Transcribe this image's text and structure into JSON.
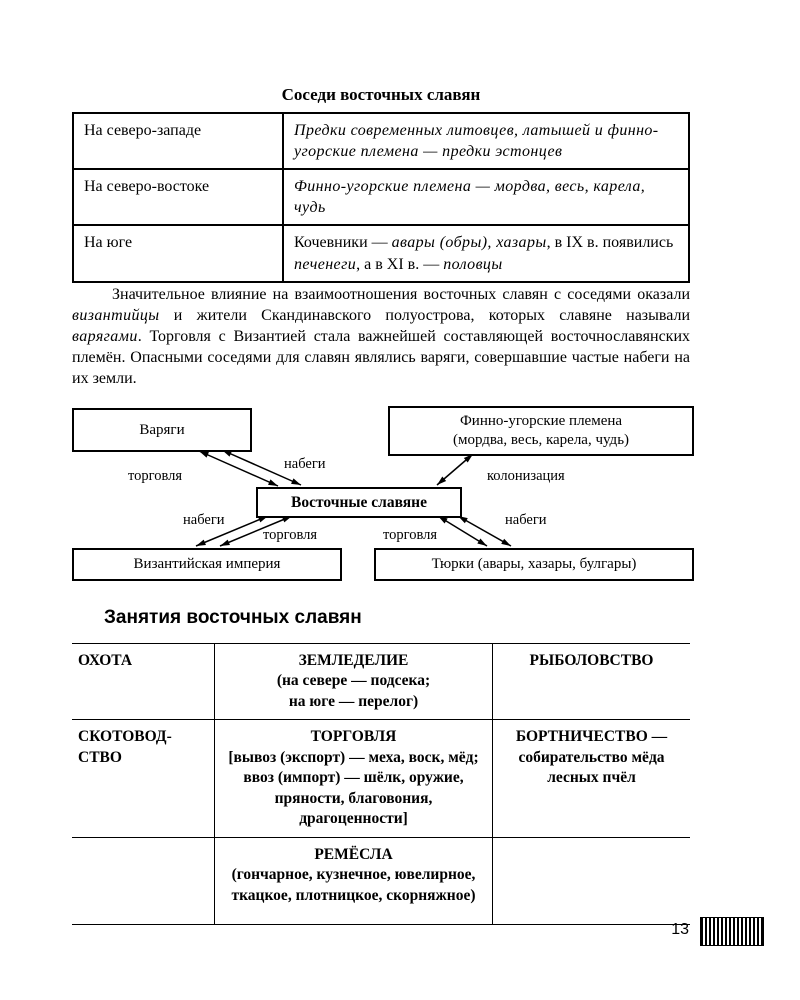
{
  "title": "Соседи восточных славян",
  "neighbors_table": {
    "rows": [
      {
        "label": "На северо-западе",
        "value": "Предки современных литовцев, латышей и финно-угорские племена — предки эстонцев"
      },
      {
        "label": "На северо-востоке",
        "value": "Финно-угорские племена — мордва, весь, карела, чудь"
      },
      {
        "label": "На юге"
      }
    ],
    "south_parts": {
      "a": "Кочевники — ",
      "b": "авары (обры), хазары",
      "c": ", в IX в. появились ",
      "d": "печенеги",
      "e": ", а в XI в. — ",
      "f": "половцы"
    }
  },
  "paragraph": {
    "p1": "Значительное влияние на взаимоотношения восточных славян с соседями оказали ",
    "p2": "византийцы",
    "p3": " и жители Скандинавского полуострова, которых славяне называли ",
    "p4": "варягами",
    "p5": ". Торговля с Византией стала важнейшей составляющей восточнославянских племён. Опасными соседями для славян являлись варяги, совершавшие частые набеги на их земли."
  },
  "diagram": {
    "varangians": "Варяги",
    "finno_ugric_line1": "Финно-угорские племена",
    "finno_ugric_line2": "(мордва, весь, карела, чудь)",
    "eastern_slavs": "Восточные славяне",
    "byzantine": "Византийская империя",
    "turks": "Тюрки (авары, хазары, булгары)",
    "labels": {
      "trade_varangians": "торговля",
      "raids_varangians": "набеги",
      "colonization": "колонизация",
      "raids_byzantine": "набеги",
      "trade_byzantine": "торговля",
      "trade_turks": "торговля",
      "raids_turks": "набеги"
    }
  },
  "occupations": {
    "heading": "Занятия восточных славян",
    "hunting": "ОХОТА",
    "farming_title": "ЗЕМЛЕДЕЛИЕ",
    "farming_sub1": "(на севере — подсека;",
    "farming_sub2": "на юге — перелог)",
    "fishing": "РЫБОЛОВСТВО",
    "cattle_line1": "СКОТОВОД-",
    "cattle_line2": "СТВО",
    "trade_title": "ТОРГОВЛЯ",
    "trade_sub": "[вывоз (экспорт) — меха, воск, мёд; ввоз (импорт) — шёлк, оружие, пряности, благовония, драгоценности]",
    "beekeeping": "БОРТНИЧЕСТВО — собирательство мёда лесных пчёл",
    "crafts_title": "РЕМЁСЛА",
    "crafts_sub": "(гончарное, кузнечное, ювелирное, ткацкое, плотницкое, скорняжное)"
  },
  "footer": {
    "page_number": "13"
  }
}
